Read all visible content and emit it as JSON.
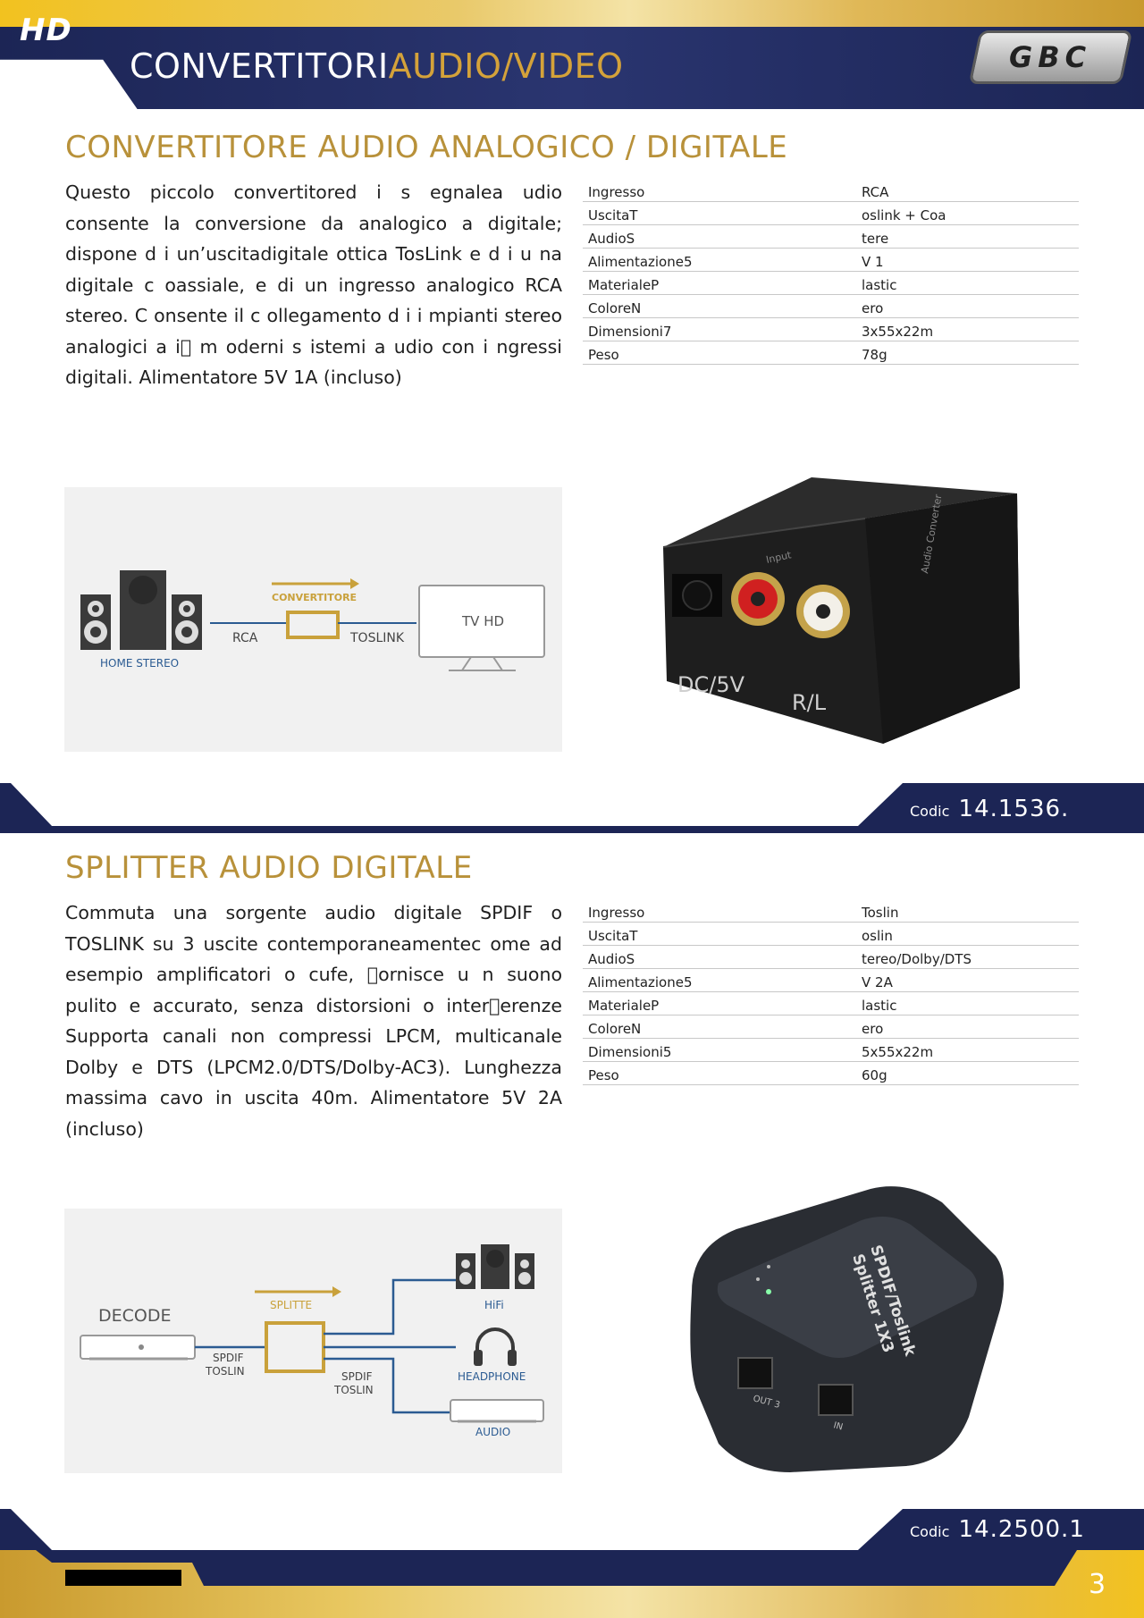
{
  "header": {
    "hd_logo": "HD",
    "title_main": "CONVERTITORI",
    "title_accent": "AUDIO/VIDEO",
    "brand_logo": "GBC"
  },
  "products": [
    {
      "title": "CONVERTITORE AUDIO ANALOGICO / DIGITALE",
      "description": "Questo piccolo convertitored i s egnalea udio consente la conversione da analogico a digitale; dispone d i un’uscitadigitale ottica TosLink e d i u na digitale c oassiale, e di un ingresso analogico RCA stereo. C onsente il c ollegamento d i i mpianti stereo analogici a i\u0000 m oderni s istemi a udio con i ngressi digitali. Alimentatore 5V 1A (incluso)",
      "specs": [
        {
          "key": "Ingresso",
          "value": "RCA"
        },
        {
          "key": "UscitaT",
          "value": "  oslink + Coa"
        },
        {
          "key": "AudioS",
          "value": "  tere"
        },
        {
          "key": "Alimentazione5",
          "value": "  V 1"
        },
        {
          "key": "MaterialeP",
          "value": "  lastic"
        },
        {
          "key": "ColoreN",
          "value": "  ero"
        },
        {
          "key": "Dimensioni7",
          "value": "  3x55x22m"
        },
        {
          "key": "Peso",
          "value": "78g"
        }
      ],
      "diagram": {
        "source_label": "HOME STEREO",
        "link1_label": "RCA",
        "device_label": "CONVERTITORE",
        "link2_label": "TOSLINK",
        "target_label": "TV HD"
      },
      "photo_labels": {
        "port1": "DC/5V",
        "port2": "R/L",
        "top": "Input",
        "brand": "Audio Converter"
      },
      "code_label": "Codic",
      "code_value": "14.1536."
    },
    {
      "title": "SPLITTER AUDIO DIGITALE",
      "description": "Commuta una sorgente audio digitale SPDIF o TOSLINK su 3 uscite contemporaneamentec ome ad esempio amplificatori o cufe, \u0000ornisce u n suono pulito e accurato, senza distorsioni o inter\u0000erenze Supporta canali non compressi LPCM, multicanale Dolby e DTS (LPCM2.0/DTS/Dolby-AC3). Lunghezza massima cavo in uscita 40m. Alimentatore 5V 2A (incluso)",
      "specs": [
        {
          "key": "Ingresso",
          "value": "Toslin"
        },
        {
          "key": "UscitaT",
          "value": "  oslin"
        },
        {
          "key": "AudioS",
          "value": "  tereo/Dolby/DTS"
        },
        {
          "key": "Alimentazione5",
          "value": "  V 2A"
        },
        {
          "key": "MaterialeP",
          "value": "  lastic"
        },
        {
          "key": "ColoreN",
          "value": "  ero"
        },
        {
          "key": "Dimensioni5",
          "value": "  5x55x22m"
        },
        {
          "key": "Peso",
          "value": "60g"
        }
      ],
      "diagram": {
        "source_label": "DECODE",
        "link1_label_a": "SPDIF",
        "link1_label_b": "TOSLIN",
        "device_label": "SPLITTE",
        "link2_label_a": "SPDIF",
        "link2_label_b": "TOSLIN",
        "out1_label": "HiFi",
        "out2_label": "HEADPHONE",
        "out3_label": "AUDIO"
      },
      "photo_labels": {
        "line1": "SPDIF/Toslink",
        "line2": "Splitter 1X3",
        "port1": "OUT 3",
        "port2": "IN"
      },
      "code_label": "Codic",
      "code_value": "14.2500.1"
    }
  ],
  "footer": {
    "page_number": "3"
  },
  "colors": {
    "navy": "#1c2555",
    "gold": "#b8913a",
    "diagram_blue": "#2b5b92"
  }
}
